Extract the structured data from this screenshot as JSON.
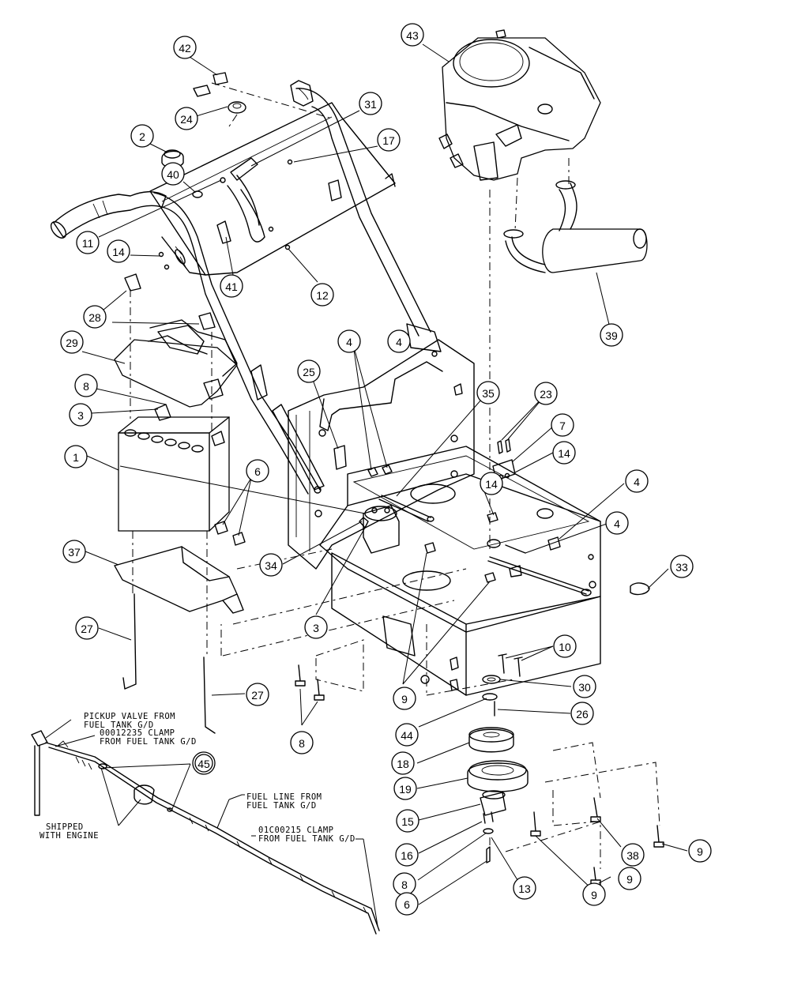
{
  "callouts": [
    "43",
    "42",
    "24",
    "31",
    "2",
    "17",
    "40",
    "11",
    "14",
    "12",
    "41",
    "28",
    "29",
    "8",
    "3",
    "1",
    "6",
    "37",
    "27",
    "27",
    "8",
    "25",
    "4",
    "4",
    "35",
    "23",
    "7",
    "14",
    "14",
    "4",
    "4",
    "34",
    "3",
    "33",
    "10",
    "30",
    "26",
    "44",
    "18",
    "19",
    "15",
    "16",
    "8",
    "13",
    "6",
    "38",
    "9",
    "9",
    "9",
    "9",
    "45",
    "39"
  ],
  "notes": {
    "pickup_line1": "PICKUP VALVE FROM",
    "pickup_line2": "FUEL TANK G/D",
    "clamp1_line1": "00012235 CLAMP",
    "clamp1_line2": "FROM FUEL TANK G/D",
    "shipped_line1": "SHIPPED",
    "shipped_line2": "WITH ENGINE",
    "fuelline_line1": "FUEL LINE FROM",
    "fuelline_line2": "FUEL TANK G/D",
    "clamp2_line1": "01C00215 CLAMP",
    "clamp2_line2": "FROM FUEL TANK G/D"
  }
}
